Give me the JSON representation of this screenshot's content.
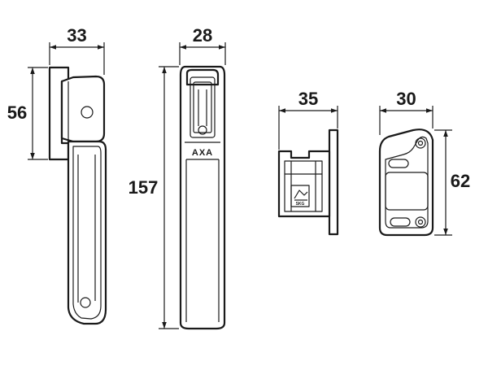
{
  "dimensions": {
    "side_view_width": "33",
    "side_view_height": "56",
    "front_view_width": "28",
    "front_view_height": "157",
    "keeper_side_width": "35",
    "keeper_front_width": "30",
    "keeper_front_height": "62"
  },
  "brand_mark": "AXA",
  "certification_mark": "SKG",
  "colors": {
    "line": "#1a1a1a",
    "background": "#ffffff"
  }
}
